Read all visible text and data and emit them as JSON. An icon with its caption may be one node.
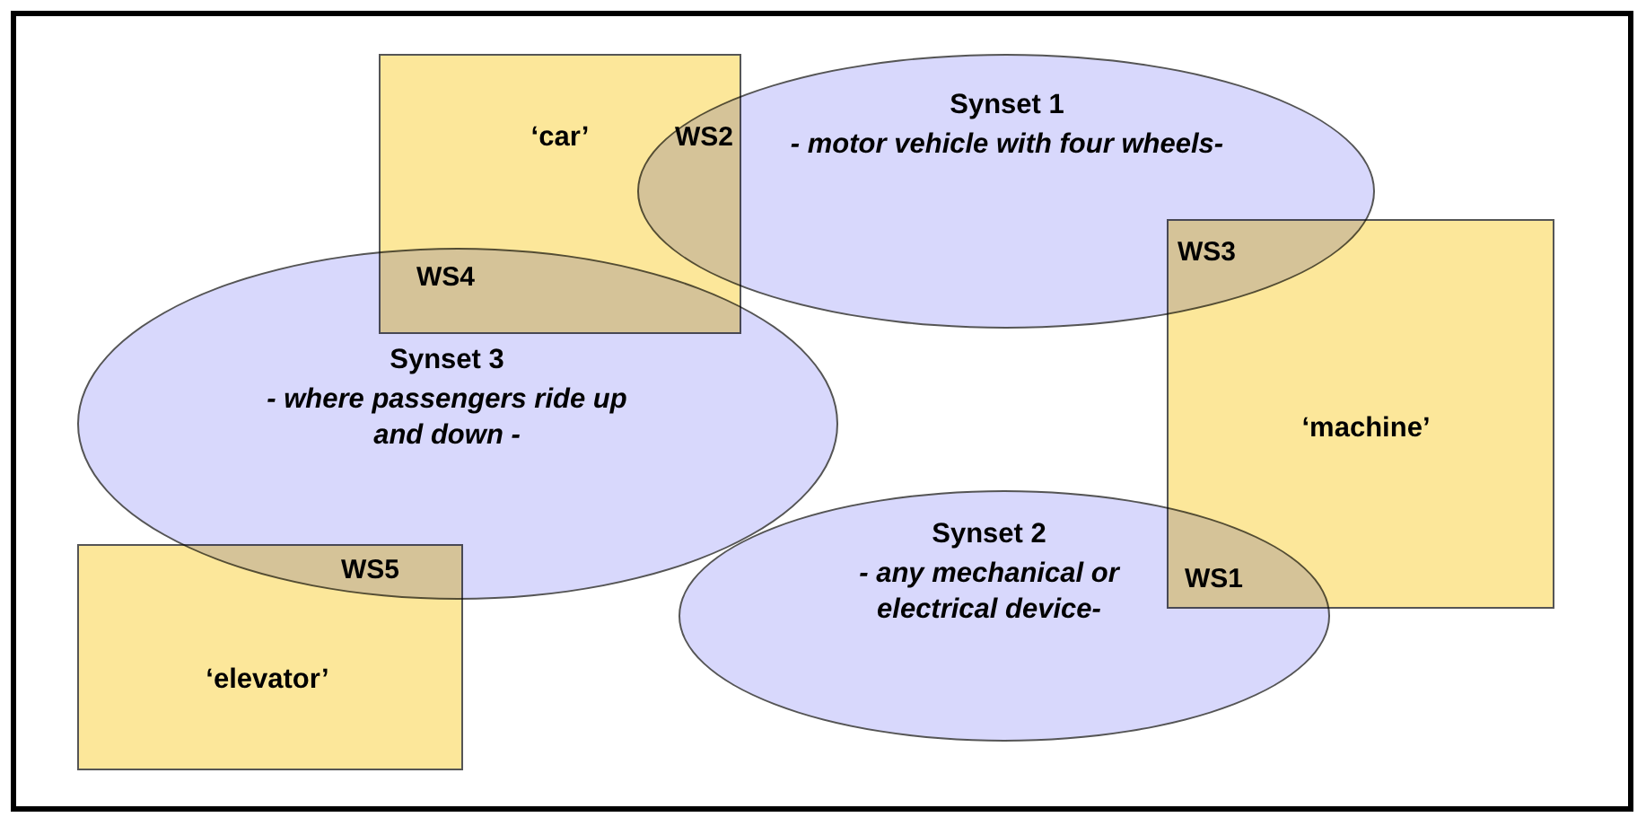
{
  "diagram": {
    "nodes": [
      {
        "text": [
          "‘car’"
        ]
      },
      {
        "text": [
          "Synset 1",
          "- motor vehicle with four wheels-"
        ]
      },
      {
        "text": [
          "‘machine’"
        ]
      },
      {
        "text": [
          "Synset 3",
          "- where passengers ride up and down -"
        ]
      },
      {
        "text": [
          "‘elevator’"
        ]
      },
      {
        "text": [
          "Synset 2",
          "- any mechanical or electrical device-"
        ]
      }
    ],
    "labels": [
      "WS2",
      "WS3",
      "WS4",
      "WS5",
      "WS1"
    ]
  }
}
